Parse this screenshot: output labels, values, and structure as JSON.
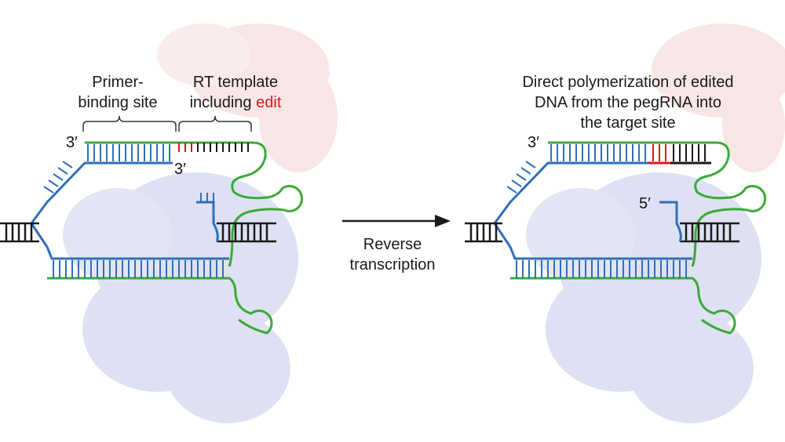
{
  "colors": {
    "dna_blue": "#2f6fb8",
    "dna_black": "#1a1a1a",
    "pegrna_green": "#3aaa35",
    "edit_red": "#d7191c",
    "protein_blue": "#b9bfe3",
    "protein_pink": "#f1c9c9"
  },
  "left_panel": {
    "primer_label_line1": "Primer-",
    "primer_label_line2": "binding site",
    "rt_label_line1": "RT template",
    "rt_label_line2_prefix": "including ",
    "rt_label_edit": "edit",
    "label_3prime_top": "3′",
    "label_3prime_flap": "3′"
  },
  "center": {
    "arrow_label_line1": "Reverse",
    "arrow_label_line2": "transcription"
  },
  "right_panel": {
    "title_line1": "Direct polymerization of edited",
    "title_line2": "DNA from the pegRNA into",
    "title_line3": "the target site",
    "label_3prime_top": "3′",
    "label_5prime": "5′"
  },
  "icons": [
    "protein-structure-background",
    "dna-duplex",
    "pegrna-hairpin",
    "right-arrow-icon"
  ]
}
